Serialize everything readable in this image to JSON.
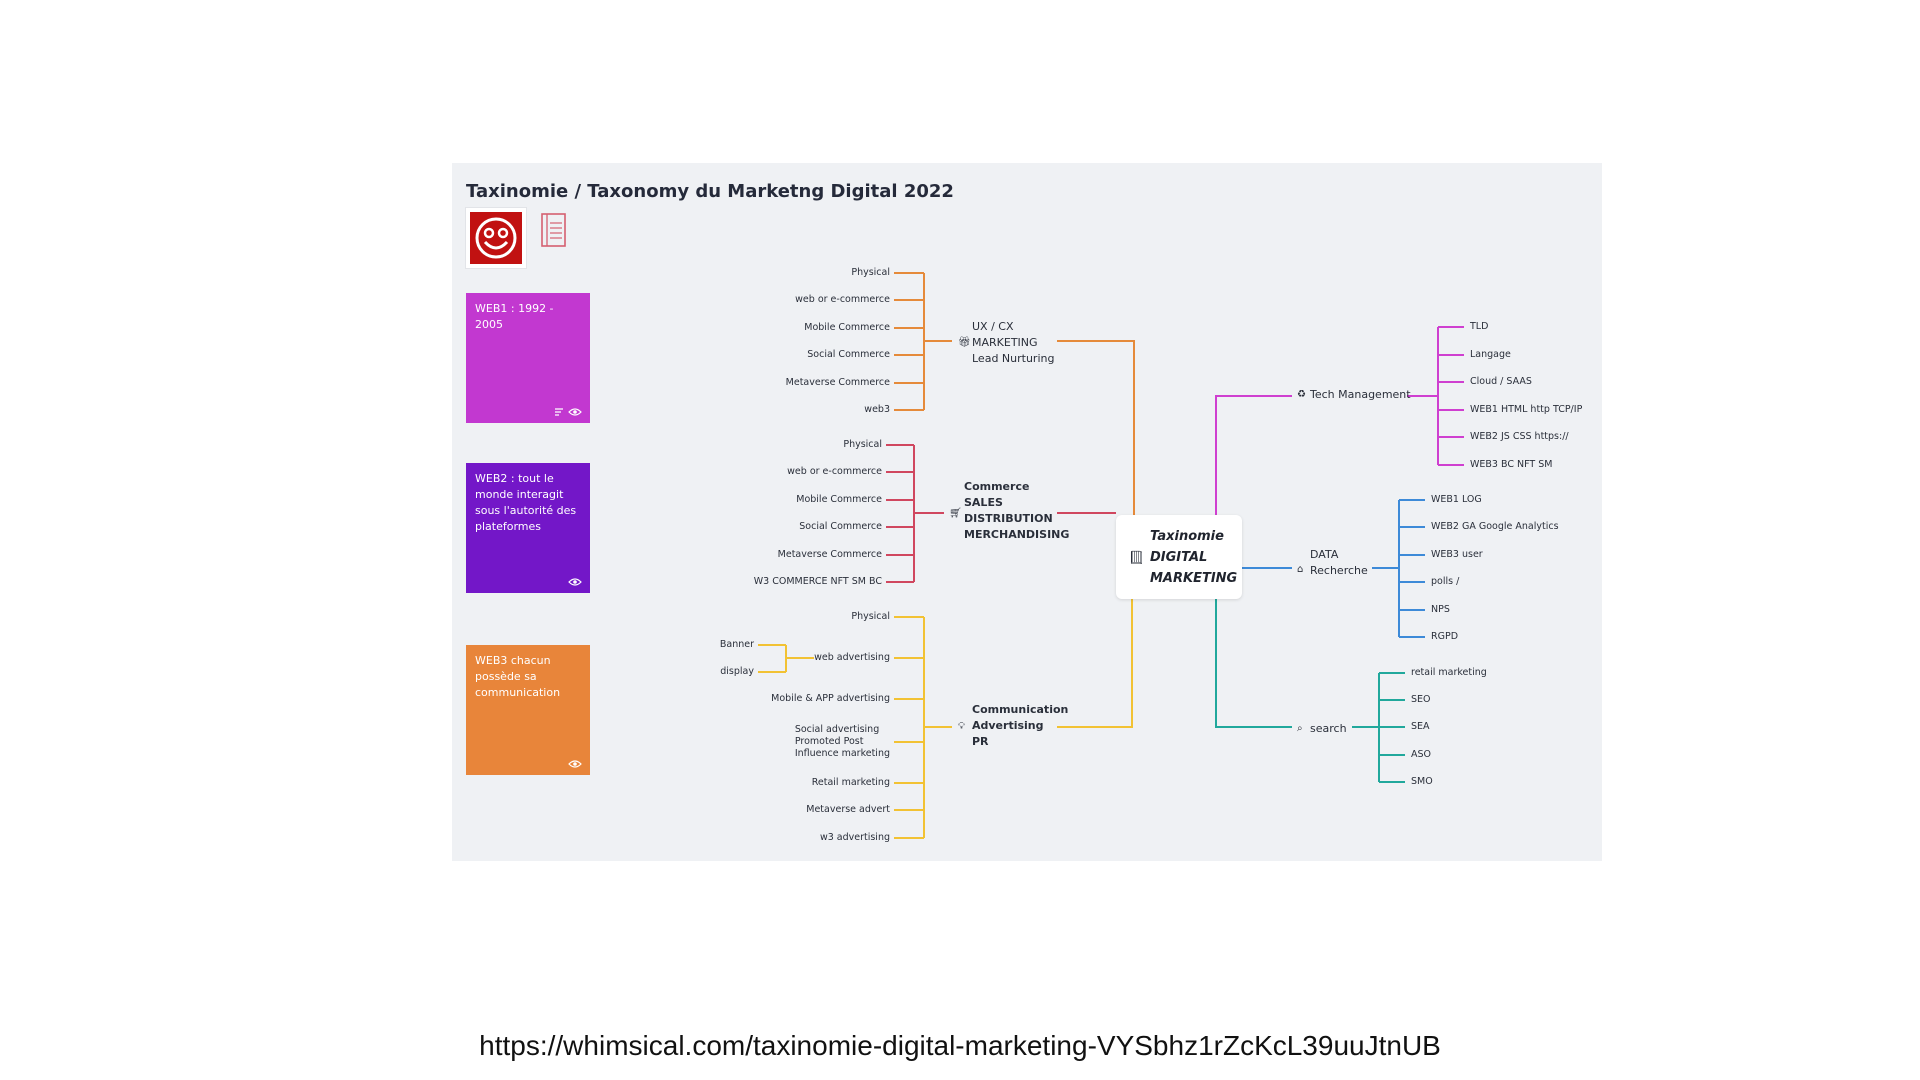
{
  "board": {
    "title": "Taxinomie / Taxonomy du Marketng Digital 2022",
    "colors": {
      "background": "#eff1f4",
      "orange": "#e58a3a",
      "red": "#d0475f",
      "yellow": "#f2c233",
      "magenta": "#cf3fd0",
      "blue": "#3d8ad8",
      "teal": "#21a89c"
    }
  },
  "header_icons": {
    "avatar": "smiley-icon",
    "notes": "notebook-icon"
  },
  "cards": [
    {
      "text": "WEB1 : 1992 - 2005",
      "color": "#c238d0",
      "icons": [
        "list-icon",
        "eye-icon"
      ]
    },
    {
      "text": "WEB2 : tout le monde interagit sous l'autorité des plateformes",
      "color": "#7317c8",
      "icons": [
        "eye-icon"
      ]
    },
    {
      "text": "WEB3 chacun possède sa communication",
      "color": "#e8853a",
      "icons": [
        "eye-icon"
      ]
    }
  ],
  "central": {
    "lines": [
      "Taxinomie",
      "DIGITAL",
      "MARKETING"
    ],
    "icon": "book-icon"
  },
  "branches": {
    "ux": {
      "lines": [
        "UX / CX",
        "MARKETING",
        "Lead Nurturing"
      ],
      "icon": "gift-icon",
      "items": [
        "Physical",
        "web or e-commerce",
        "Mobile Commerce",
        "Social Commerce",
        "Metaverse Commerce",
        "web3"
      ]
    },
    "commerce": {
      "lines": [
        "Commerce",
        "SALES",
        "DISTRIBUTION",
        "MERCHANDISING"
      ],
      "icon": "cart-icon",
      "items": [
        "Physical",
        "web or e-commerce",
        "Mobile Commerce",
        "Social Commerce",
        "Metaverse Commerce",
        "W3 COMMERCE NFT SM BC"
      ]
    },
    "communication": {
      "lines": [
        "Communication",
        "Advertising",
        "PR"
      ],
      "icon": "lightbulb-icon",
      "items": [
        "Physical",
        "web advertising",
        "Mobile & APP advertising",
        "Social advertising\nPromoted Post\nInfluence marketing",
        "Retail marketing",
        "Metaverse advert",
        "w3 advertising"
      ],
      "sub_items": [
        "Banner",
        "display"
      ]
    },
    "tech": {
      "label": "Tech Management",
      "icon": "recycle-icon",
      "items": [
        "TLD",
        "Langage",
        "Cloud / SAAS",
        "WEB1 HTML http TCP/IP",
        "WEB2 JS CSS https://",
        "WEB3  BC NFT SM"
      ]
    },
    "data": {
      "lines": [
        "DATA",
        "Recherche"
      ],
      "icon": "home-icon",
      "items": [
        "WEB1 LOG",
        "WEB2 GA Google Analytics",
        "WEB3 user",
        "polls /",
        "NPS",
        "RGPD"
      ]
    },
    "search": {
      "label": "search",
      "icon": "search-icon",
      "items": [
        "retail marketing",
        "SEO",
        "SEA",
        "ASO",
        "SMO"
      ]
    }
  },
  "footer": {
    "url": "https://whimsical.com/taxinomie-digital-marketing-VYSbhz1rZcKcL39uuJtnUB"
  }
}
